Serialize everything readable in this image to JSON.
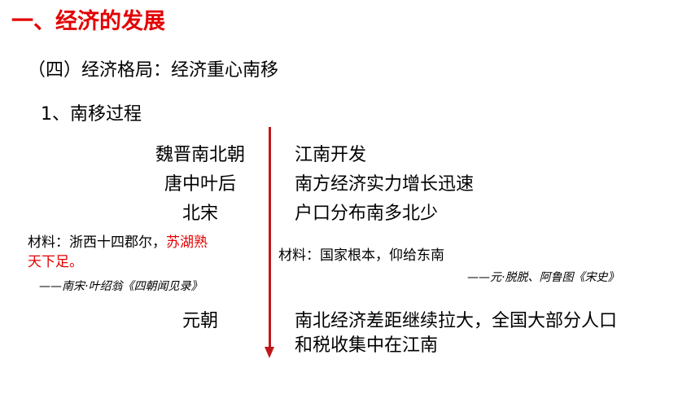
{
  "slide": {
    "title": "一、经济的发展",
    "subtitle": "（四）经济格局：经济重心南移",
    "step": "1、南移过程",
    "timeline": [
      {
        "era": "魏晋南北朝",
        "event": "江南开发"
      },
      {
        "era": "唐中叶后",
        "event": "南方经济实力增长迅速"
      },
      {
        "era": "北宋",
        "event": "户口分布南多北少"
      },
      {
        "era": "元朝",
        "event_line1": "南北经济差距继续拉大，全国大部分人口",
        "event_line2": "和税收集中在江南"
      }
    ],
    "material_left": {
      "prefix": "材料：浙西十四郡尔，",
      "highlight_1": "苏湖熟",
      "highlight_2": "天下足。",
      "source": "——南宋·叶绍翁《四朝闻见录》"
    },
    "material_right": {
      "text": "材料：国家根本，仰给东南",
      "source": "——元·脱脱、阿鲁图《宋史》"
    },
    "colors": {
      "title": "#e30000",
      "arrow": "#c0171a",
      "highlight": "#e30000"
    }
  }
}
